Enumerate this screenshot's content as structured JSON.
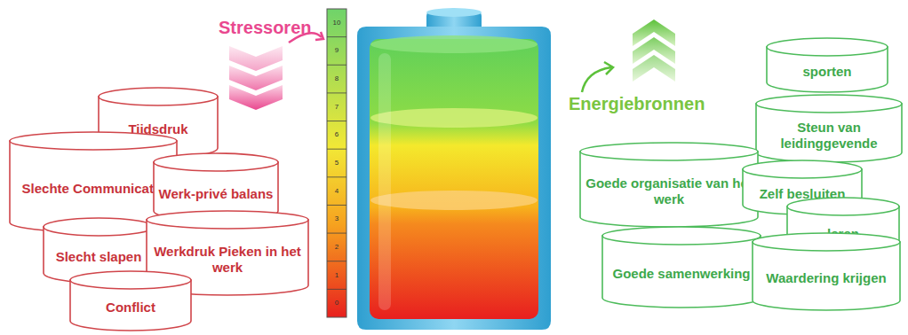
{
  "diagram": {
    "nodes": [
      {
        "text": [
          "Tijdsdruk"
        ]
      },
      {
        "text": [
          "Slechte Communicatie"
        ]
      },
      {
        "text": [
          "Werk-privé balans"
        ]
      },
      {
        "text": [
          "Slecht slapen"
        ]
      },
      {
        "text": [
          "Werkdruk Pieken in het werk"
        ]
      },
      {
        "text": [
          "Conflict"
        ]
      },
      {
        "text": [
          "sporten"
        ]
      },
      {
        "text": [
          "Steun van leidinggevende"
        ]
      },
      {
        "text": [
          "Goede organisatie van het werk"
        ]
      },
      {
        "text": [
          "Zelf besluiten"
        ]
      },
      {
        "text": [
          "leren"
        ]
      },
      {
        "text": [
          "Goede samenwerking"
        ]
      },
      {
        "text": [
          "Waardering krijgen"
        ]
      }
    ],
    "labels": [
      "Stressoren",
      "Energiebronnen",
      "10",
      "9",
      "8",
      "7",
      "6",
      "5",
      "4",
      "3",
      "2",
      "1",
      "0"
    ]
  }
}
